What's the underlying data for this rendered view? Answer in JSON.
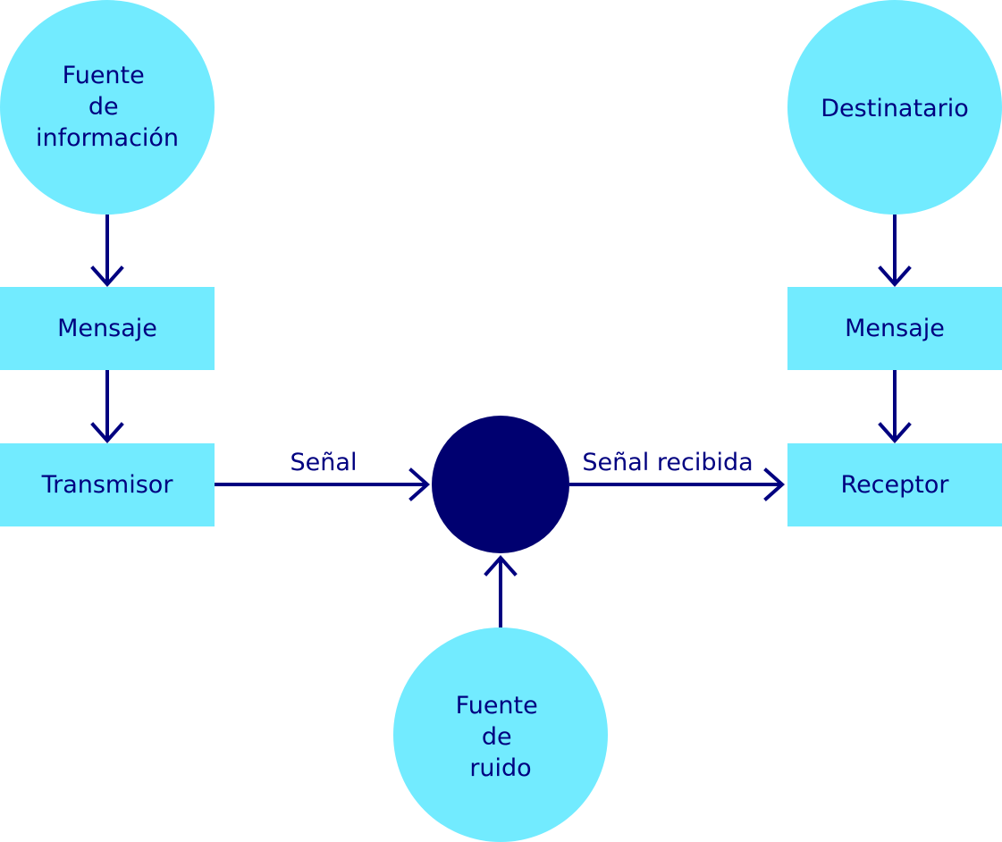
{
  "colors": {
    "node_fill": "#72ebff",
    "hub_fill": "#000070",
    "line": "#000080",
    "text": "#000080"
  },
  "nodes": {
    "fuente_informacion": [
      "Fuente",
      "de",
      "información"
    ],
    "mensaje_left": "Mensaje",
    "transmisor": "Transmisor",
    "destinatario": "Destinatario",
    "mensaje_right": "Mensaje",
    "receptor": "Receptor",
    "fuente_ruido": [
      "Fuente",
      "de",
      "ruido"
    ]
  },
  "edges": {
    "senal": "Señal",
    "senal_recibida": "Señal recibida"
  }
}
